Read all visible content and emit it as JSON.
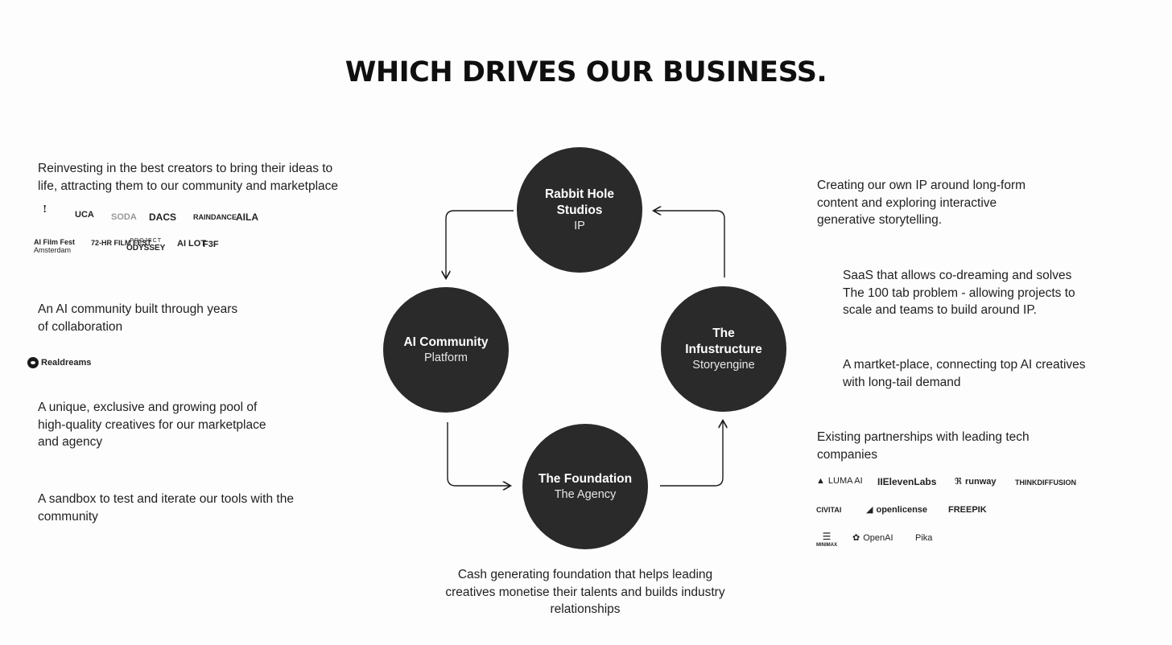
{
  "title": "WHICH DRIVES OUR BUSINESS.",
  "left": {
    "reinvest": [
      "Reinvesting in the best creators to bring their ideas to",
      "life, attracting them to our community and marketplace"
    ],
    "logos_row1": [
      "!",
      "UCA",
      "SODA",
      "DACS",
      "RAINDANCE",
      "AILA"
    ],
    "logos_row2": [
      "AI Film Fest",
      "Amsterdam",
      "72-HR FILM FEST",
      "PROJECT",
      "ODYSSEY",
      "AI LOT",
      "F3F"
    ],
    "community": [
      "An AI community built through years",
      "of collaboration"
    ],
    "realdreams": "Realdreams",
    "pool": [
      "A unique, exclusive and growing pool of",
      "high-quality creatives for our marketplace",
      "and agency"
    ],
    "sandbox": [
      "A sandbox to test and iterate our tools with the",
      "community"
    ]
  },
  "circles": {
    "top": {
      "name_line1": "Rabbit Hole",
      "name_line2": "Studios",
      "sub": "IP"
    },
    "left": {
      "name": "AI Community",
      "sub": "Platform"
    },
    "right": {
      "name_line1": "The",
      "name_line2": "Infustructure",
      "sub": "Storyengine"
    },
    "bottom": {
      "name": "The Foundation",
      "sub": "The Agency"
    }
  },
  "bottom_text": [
    "Cash generating foundation that helps leading",
    "creatives monetise their talents and builds industry",
    "relationships"
  ],
  "right": {
    "ip": [
      "Creating our own IP around long-form",
      "content and exploring interactive",
      "generative storytelling."
    ],
    "saas": [
      "SaaS that allows co-dreaming and solves",
      "The 100 tab problem - allowing projects to",
      "scale and teams to build around IP."
    ],
    "market": [
      "A martket-place, connecting top AI creatives",
      "with long-tail demand"
    ],
    "partners": [
      "Existing partnerships with leading tech",
      "companies"
    ],
    "logos": [
      "LUMA AI",
      "IIElevenLabs",
      "runway",
      "THINKDIFFUSION",
      "CIVITAI",
      "openlicense",
      "FREEPIK",
      "MINIMAX",
      "OpenAI",
      "Pika"
    ]
  },
  "icons": {
    "arrows": "cycle-arrow-icon"
  }
}
